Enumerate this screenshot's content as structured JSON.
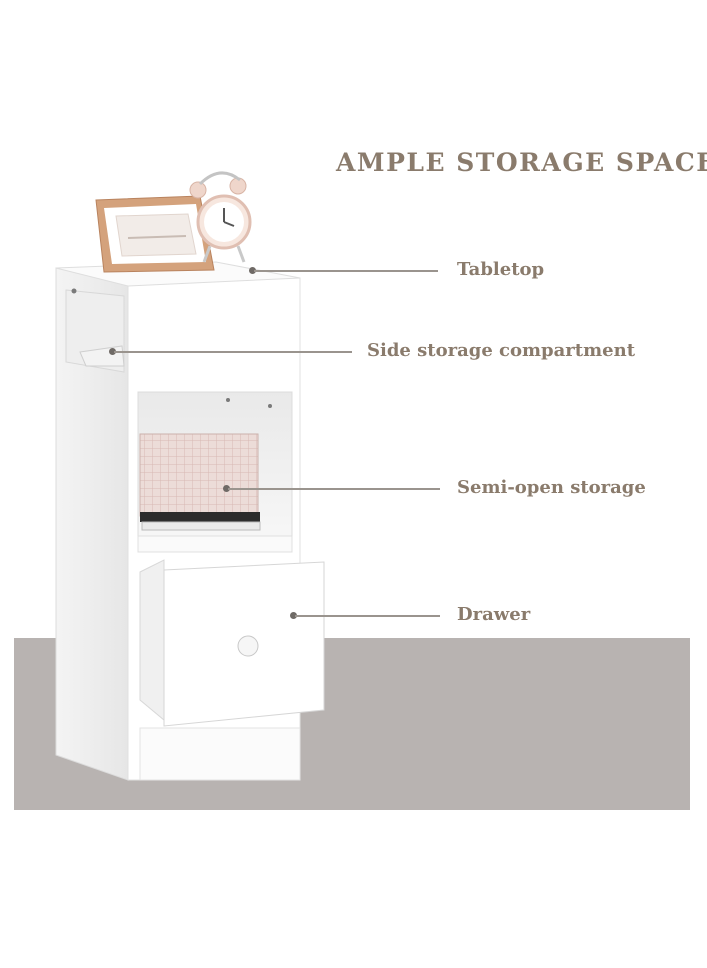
{
  "headline": "AMPLE STORAGE SPACE",
  "callouts": [
    {
      "id": "tabletop",
      "label": "Tabletop"
    },
    {
      "id": "side-storage",
      "label": "Side storage compartment"
    },
    {
      "id": "semi-open",
      "label": "Semi-open storage"
    },
    {
      "id": "drawer",
      "label": "Drawer"
    }
  ],
  "colors": {
    "label": "#8a7b6c",
    "floor": "#b8b3b1",
    "cabinet": "#ffffff",
    "leader_line": "#9a948e"
  }
}
